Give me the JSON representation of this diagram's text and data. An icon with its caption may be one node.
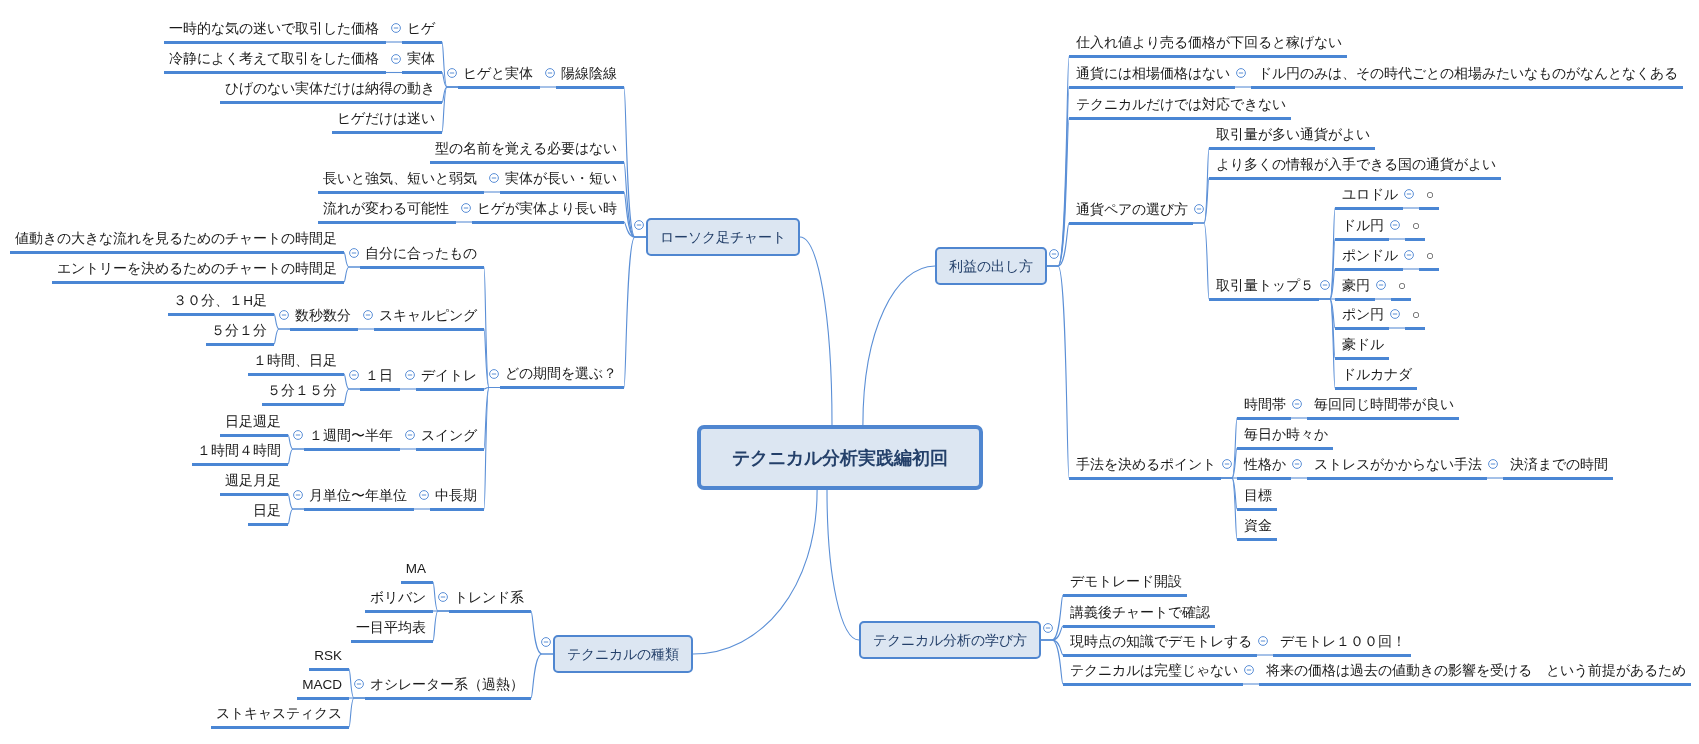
{
  "diagram": {
    "nodes": [
      {
        "text": [
          "テクニカル分析実践編初回"
        ]
      },
      {
        "text": [
          "ローソク足チャート"
        ]
      },
      {
        "text": [
          "陽線陰線"
        ]
      },
      {
        "text": [
          "ヒゲと実体"
        ]
      },
      {
        "text": [
          "ヒゲ"
        ]
      },
      {
        "text": [
          "一時的な気の迷いで取引した価格"
        ]
      },
      {
        "text": [
          "実体"
        ]
      },
      {
        "text": [
          "冷静によく考えて取引をした価格"
        ]
      },
      {
        "text": [
          "ひげのない実体だけは納得の動き"
        ]
      },
      {
        "text": [
          "ヒゲだけは迷い"
        ]
      },
      {
        "text": [
          "型の名前を覚える必要はない"
        ]
      },
      {
        "text": [
          "実体が長い・短い"
        ]
      },
      {
        "text": [
          "長いと強気、短いと弱気"
        ]
      },
      {
        "text": [
          "ヒゲが実体より長い時"
        ]
      },
      {
        "text": [
          "流れが変わる可能性"
        ]
      },
      {
        "text": [
          "どの期間を選ぶ？"
        ]
      },
      {
        "text": [
          "自分に合ったもの"
        ]
      },
      {
        "text": [
          "値動きの大きな流れを見るためのチャートの時間足"
        ]
      },
      {
        "text": [
          "エントリーを決めるためのチャートの時間足"
        ]
      },
      {
        "text": [
          "スキャルピング"
        ]
      },
      {
        "text": [
          "数秒数分"
        ]
      },
      {
        "text": [
          "３０分、１H足"
        ]
      },
      {
        "text": [
          "５分１分"
        ]
      },
      {
        "text": [
          "デイトレ"
        ]
      },
      {
        "text": [
          "１日"
        ]
      },
      {
        "text": [
          "１時間、日足"
        ]
      },
      {
        "text": [
          "５分１５分"
        ]
      },
      {
        "text": [
          "スイング"
        ]
      },
      {
        "text": [
          "１週間〜半年"
        ]
      },
      {
        "text": [
          "日足週足"
        ]
      },
      {
        "text": [
          "１時間４時間"
        ]
      },
      {
        "text": [
          "中長期"
        ]
      },
      {
        "text": [
          "月単位〜年単位"
        ]
      },
      {
        "text": [
          "週足月足"
        ]
      },
      {
        "text": [
          "日足"
        ]
      },
      {
        "text": [
          "利益の出し方"
        ]
      },
      {
        "text": [
          "仕入れ値より売る価格が下回ると稼げない"
        ]
      },
      {
        "text": [
          "通貨には相場価格はない"
        ]
      },
      {
        "text": [
          "ドル円のみは、その時代ごとの相場みたいなものがなんとなくある"
        ]
      },
      {
        "text": [
          "テクニカルだけでは対応できない"
        ]
      },
      {
        "text": [
          "通貨ペアの選び方"
        ]
      },
      {
        "text": [
          "取引量が多い通貨がよい"
        ]
      },
      {
        "text": [
          "より多くの情報が入手できる国の通貨がよい"
        ]
      },
      {
        "text": [
          "取引量トップ５"
        ]
      },
      {
        "text": [
          "ユロドル"
        ]
      },
      {
        "text": [
          "○"
        ]
      },
      {
        "text": [
          "ドル円"
        ]
      },
      {
        "text": [
          "○"
        ]
      },
      {
        "text": [
          "ポンドル"
        ]
      },
      {
        "text": [
          "○"
        ]
      },
      {
        "text": [
          "豪円"
        ]
      },
      {
        "text": [
          "○"
        ]
      },
      {
        "text": [
          "ポン円"
        ]
      },
      {
        "text": [
          "○"
        ]
      },
      {
        "text": [
          "豪ドル"
        ]
      },
      {
        "text": [
          "ドルカナダ"
        ]
      },
      {
        "text": [
          "手法を決めるポイント"
        ]
      },
      {
        "text": [
          "時間帯"
        ]
      },
      {
        "text": [
          "毎回同じ時間帯が良い"
        ]
      },
      {
        "text": [
          "毎日か時々か"
        ]
      },
      {
        "text": [
          "性格か"
        ]
      },
      {
        "text": [
          "ストレスがかからない手法"
        ]
      },
      {
        "text": [
          "決済までの時間"
        ]
      },
      {
        "text": [
          "目標"
        ]
      },
      {
        "text": [
          "資金"
        ]
      },
      {
        "text": [
          "テクニカルの種類"
        ]
      },
      {
        "text": [
          "トレンド系"
        ]
      },
      {
        "text": [
          "MA"
        ]
      },
      {
        "text": [
          "ボリバン"
        ]
      },
      {
        "text": [
          "一目平均表"
        ]
      },
      {
        "text": [
          "オシレーター系（過熱）"
        ]
      },
      {
        "text": [
          "RSK"
        ]
      },
      {
        "text": [
          "MACD"
        ]
      },
      {
        "text": [
          "ストキャスティクス"
        ]
      },
      {
        "text": [
          "テクニカル分析の学び方"
        ]
      },
      {
        "text": [
          "デモトレード開設"
        ]
      },
      {
        "text": [
          "講義後チャートで確認"
        ]
      },
      {
        "text": [
          "現時点の知識でデモトレする"
        ]
      },
      {
        "text": [
          "デモトレ１００回！"
        ]
      },
      {
        "text": [
          "テクニカルは完璧じゃない"
        ]
      },
      {
        "text": [
          "将来の価格は過去の値動きの影響を受ける　という前提があるため"
        ]
      }
    ],
    "edges": [
      {
        "from": 0,
        "to": 1,
        "arrow": "none"
      },
      {
        "from": 1,
        "to": 2,
        "arrow": "none"
      },
      {
        "from": 2,
        "to": 3,
        "arrow": "none"
      },
      {
        "from": 3,
        "to": 4,
        "arrow": "none"
      },
      {
        "from": 4,
        "to": 5,
        "arrow": "none"
      },
      {
        "from": 3,
        "to": 6,
        "arrow": "none"
      },
      {
        "from": 6,
        "to": 7,
        "arrow": "none"
      },
      {
        "from": 3,
        "to": 8,
        "arrow": "none"
      },
      {
        "from": 3,
        "to": 9,
        "arrow": "none"
      },
      {
        "from": 1,
        "to": 10,
        "arrow": "none"
      },
      {
        "from": 1,
        "to": 11,
        "arrow": "none"
      },
      {
        "from": 11,
        "to": 12,
        "arrow": "none"
      },
      {
        "from": 1,
        "to": 13,
        "arrow": "none"
      },
      {
        "from": 13,
        "to": 14,
        "arrow": "none"
      },
      {
        "from": 1,
        "to": 15,
        "arrow": "none"
      },
      {
        "from": 15,
        "to": 16,
        "arrow": "none"
      },
      {
        "from": 16,
        "to": 17,
        "arrow": "none"
      },
      {
        "from": 16,
        "to": 18,
        "arrow": "none"
      },
      {
        "from": 15,
        "to": 19,
        "arrow": "none"
      },
      {
        "from": 19,
        "to": 20,
        "arrow": "none"
      },
      {
        "from": 20,
        "to": 21,
        "arrow": "none"
      },
      {
        "from": 20,
        "to": 22,
        "arrow": "none"
      },
      {
        "from": 15,
        "to": 23,
        "arrow": "none"
      },
      {
        "from": 23,
        "to": 24,
        "arrow": "none"
      },
      {
        "from": 24,
        "to": 25,
        "arrow": "none"
      },
      {
        "from": 24,
        "to": 26,
        "arrow": "none"
      },
      {
        "from": 15,
        "to": 27,
        "arrow": "none"
      },
      {
        "from": 27,
        "to": 28,
        "arrow": "none"
      },
      {
        "from": 28,
        "to": 29,
        "arrow": "none"
      },
      {
        "from": 28,
        "to": 30,
        "arrow": "none"
      },
      {
        "from": 15,
        "to": 31,
        "arrow": "none"
      },
      {
        "from": 31,
        "to": 32,
        "arrow": "none"
      },
      {
        "from": 32,
        "to": 33,
        "arrow": "none"
      },
      {
        "from": 32,
        "to": 34,
        "arrow": "none"
      },
      {
        "from": 0,
        "to": 35,
        "arrow": "none"
      },
      {
        "from": 35,
        "to": 36,
        "arrow": "none"
      },
      {
        "from": 35,
        "to": 37,
        "arrow": "none"
      },
      {
        "from": 37,
        "to": 38,
        "arrow": "none"
      },
      {
        "from": 35,
        "to": 39,
        "arrow": "none"
      },
      {
        "from": 35,
        "to": 40,
        "arrow": "none"
      },
      {
        "from": 40,
        "to": 41,
        "arrow": "none"
      },
      {
        "from": 40,
        "to": 42,
        "arrow": "none"
      },
      {
        "from": 40,
        "to": 43,
        "arrow": "none"
      },
      {
        "from": 43,
        "to": 44,
        "arrow": "none"
      },
      {
        "from": 44,
        "to": 45,
        "arrow": "none"
      },
      {
        "from": 43,
        "to": 46,
        "arrow": "none"
      },
      {
        "from": 46,
        "to": 47,
        "arrow": "none"
      },
      {
        "from": 43,
        "to": 48,
        "arrow": "none"
      },
      {
        "from": 48,
        "to": 49,
        "arrow": "none"
      },
      {
        "from": 43,
        "to": 50,
        "arrow": "none"
      },
      {
        "from": 50,
        "to": 51,
        "arrow": "none"
      },
      {
        "from": 43,
        "to": 52,
        "arrow": "none"
      },
      {
        "from": 52,
        "to": 53,
        "arrow": "none"
      },
      {
        "from": 43,
        "to": 54,
        "arrow": "none"
      },
      {
        "from": 43,
        "to": 55,
        "arrow": "none"
      },
      {
        "from": 35,
        "to": 56,
        "arrow": "none"
      },
      {
        "from": 56,
        "to": 57,
        "arrow": "none"
      },
      {
        "from": 57,
        "to": 58,
        "arrow": "none"
      },
      {
        "from": 56,
        "to": 59,
        "arrow": "none"
      },
      {
        "from": 56,
        "to": 60,
        "arrow": "none"
      },
      {
        "from": 60,
        "to": 61,
        "arrow": "none"
      },
      {
        "from": 61,
        "to": 62,
        "arrow": "none"
      },
      {
        "from": 56,
        "to": 63,
        "arrow": "none"
      },
      {
        "from": 56,
        "to": 64,
        "arrow": "none"
      },
      {
        "from": 0,
        "to": 65,
        "arrow": "none"
      },
      {
        "from": 65,
        "to": 66,
        "arrow": "none"
      },
      {
        "from": 66,
        "to": 67,
        "arrow": "none"
      },
      {
        "from": 66,
        "to": 68,
        "arrow": "none"
      },
      {
        "from": 66,
        "to": 69,
        "arrow": "none"
      },
      {
        "from": 65,
        "to": 70,
        "arrow": "none"
      },
      {
        "from": 70,
        "to": 71,
        "arrow": "none"
      },
      {
        "from": 70,
        "to": 72,
        "arrow": "none"
      },
      {
        "from": 70,
        "to": 73,
        "arrow": "none"
      },
      {
        "from": 0,
        "to": 74,
        "arrow": "none"
      },
      {
        "from": 74,
        "to": 75,
        "arrow": "none"
      },
      {
        "from": 74,
        "to": 76,
        "arrow": "none"
      },
      {
        "from": 74,
        "to": 77,
        "arrow": "none"
      },
      {
        "from": 77,
        "to": 78,
        "arrow": "none"
      },
      {
        "from": 74,
        "to": 79,
        "arrow": "none"
      },
      {
        "from": 79,
        "to": 80,
        "arrow": "none"
      }
    ]
  }
}
